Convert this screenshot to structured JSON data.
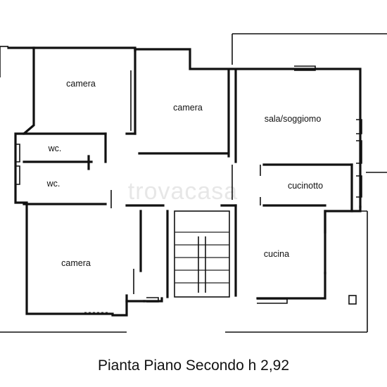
{
  "rooms": {
    "camera_top_left": "camera",
    "camera_top_center": "camera",
    "sala": "sala/soggiomo",
    "wc_top": "wc.",
    "wc_bottom": "wc.",
    "cucinotto": "cucinotto",
    "camera_bottom_left": "camera",
    "cucina": "cucina"
  },
  "watermark": "trovacasa",
  "caption": "Pianta Piano Secondo h 2,92"
}
